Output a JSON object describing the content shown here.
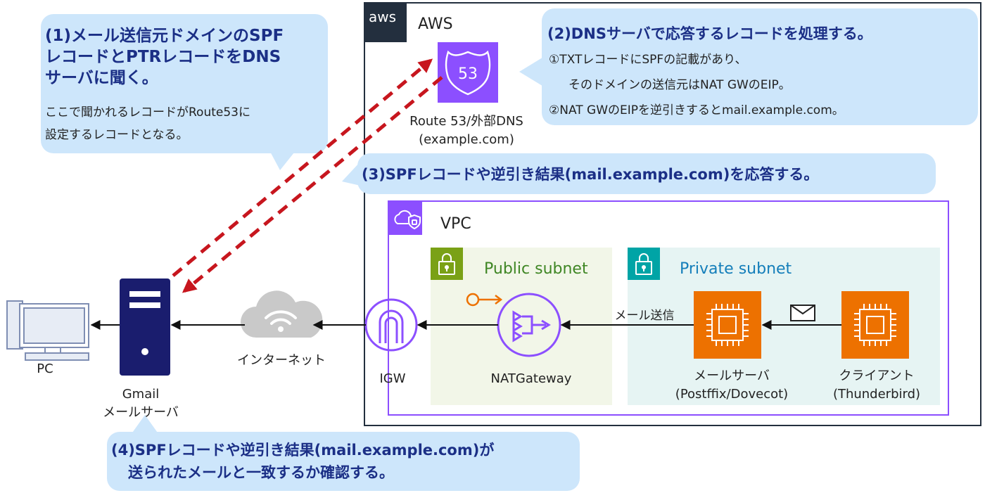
{
  "callout1": {
    "title_lines": [
      "(1)メール送信元ドメインのSPF",
      "レコードとPTRレコードをDNS",
      "サーバに聞く。"
    ],
    "body_lines": [
      "ここで聞かれるレコードがRoute53に",
      "設定するレコードとなる。"
    ]
  },
  "callout2": {
    "title": "(2)DNSサーバで応答するレコードを処理する。",
    "lines": [
      "①TXTレコードにSPFの記載があり、",
      "そのドメインの送信元はNAT GWのEIP。",
      "②NAT GWのEIPを逆引きするとmail.example.com。"
    ]
  },
  "callout3": {
    "title": "(3)SPFレコードや逆引き結果(mail.example.com)を応答する。"
  },
  "callout4": {
    "title_lines": [
      "(4)SPFレコードや逆引き結果(mail.example.com)が",
      "送られたメールと一致するか確認する。"
    ]
  },
  "aws": {
    "logo": "aws",
    "label": "AWS"
  },
  "route53": {
    "badge": "53",
    "label_lines": [
      "Route 53/外部DNS",
      "(example.com)"
    ]
  },
  "vpc": {
    "label": "VPC"
  },
  "public_subnet": {
    "label": "Public subnet"
  },
  "private_subnet": {
    "label": "Private subnet"
  },
  "nodes": {
    "pc": "PC",
    "gmail_lines": [
      "Gmail",
      "メールサーバ"
    ],
    "internet": "インターネット",
    "igw": "IGW",
    "nat": "NATGateway",
    "mail_server_lines": [
      "メールサーバ",
      "(Postffix/Dovecot)"
    ],
    "client_lines": [
      "クライアント",
      "(Thunderbird)"
    ]
  },
  "edge_labels": {
    "mail_send": "メール送信"
  },
  "colors": {
    "callout_bg": "#cde6fb",
    "title": "#1b2f86",
    "aws_dark": "#232f3e",
    "route53": "#8c4fff",
    "vpc": "#8c4fff",
    "public": "#7aa116",
    "private": "#00a4a6",
    "ec2": "#ed7100",
    "server": "#1a1d6e",
    "arrow_dash": "#c7161e"
  },
  "icons": [
    "aws-logo",
    "route53-icon",
    "vpc-icon",
    "lock-icon",
    "nat-gateway-icon",
    "igw-icon",
    "ec2-icon",
    "envelope-icon",
    "cloud-wifi-icon",
    "server-icon",
    "desktop-pc-icon"
  ]
}
